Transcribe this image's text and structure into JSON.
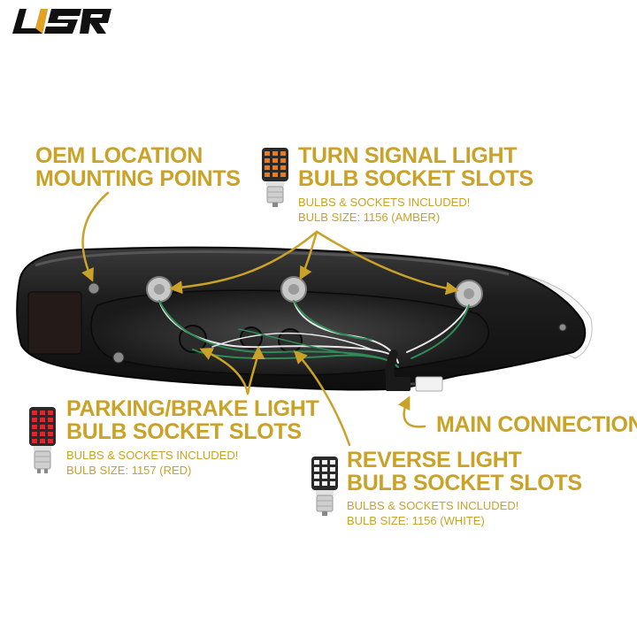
{
  "brand": {
    "logo_text": "USR"
  },
  "callouts": {
    "oem": {
      "title_line1": "OEM LOCATION",
      "title_line2": "MOUNTING POINTS"
    },
    "turn_signal": {
      "title_line1": "TURN SIGNAL LIGHT",
      "title_line2": "BULB SOCKET SLOTS",
      "note": "BULBS & SOCKETS INCLUDED!",
      "bulb_size": "BULB SIZE: 1156 (AMBER)"
    },
    "parking_brake": {
      "title_line1": "PARKING/BRAKE LIGHT",
      "title_line2": "BULB SOCKET SLOTS",
      "note": "BULBS & SOCKETS INCLUDED!",
      "bulb_size": "BULB SIZE: 1157 (RED)"
    },
    "reverse": {
      "title_line1": "REVERSE LIGHT",
      "title_line2": "BULB SOCKET SLOTS",
      "note": "BULBS & SOCKETS INCLUDED!",
      "bulb_size": "BULB SIZE: 1156 (WHITE)"
    },
    "main_connection": {
      "title": "MAIN CONNECTION"
    }
  },
  "colors": {
    "accent_gold": "#c9a227",
    "housing_dark": "#1c1c1c",
    "amber_led": "#f07a1a",
    "red_led": "#e0262b",
    "white_led": "#f4f4f4"
  },
  "icons": [
    "usr-logo",
    "amber-led-bulb-icon",
    "red-led-bulb-icon",
    "white-led-bulb-icon",
    "callout-arrow"
  ]
}
